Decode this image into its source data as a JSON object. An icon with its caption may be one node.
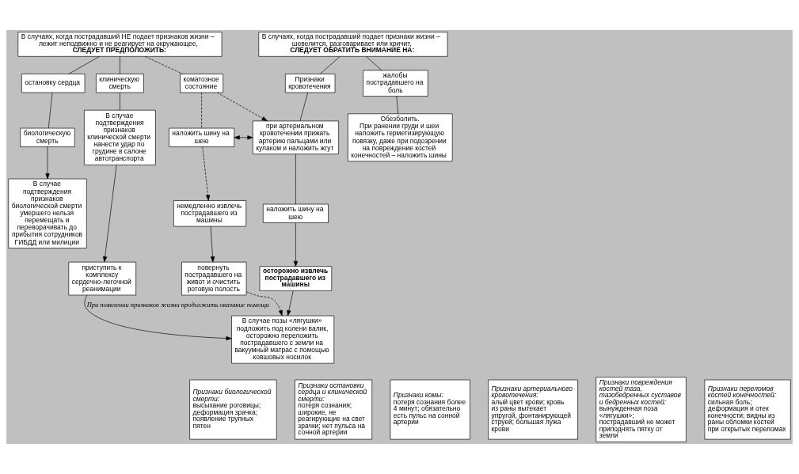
{
  "diagram": {
    "nodes": [
      {
        "text": [
          "В случаях, когда пострадавший НЕ подает признаков жизни – лежит неподвижно и не реагирует на окружающее,",
          "СЛЕДУЕТ ПРЕДПОЛОЖИТЬ:"
        ]
      },
      {
        "text": [
          "В случаях, когда пострадавший подает признаки жизни – шевелится, разговаривает или кричит,",
          "СЛЕДУЕТ ОБРАТИТЬ ВНИМАНИЕ НА:"
        ]
      },
      {
        "text": [
          "остановку сердца"
        ]
      },
      {
        "text": [
          "клиническую смерть"
        ]
      },
      {
        "text": [
          "коматозное состояние"
        ]
      },
      {
        "text": [
          "Признаки кровотечения"
        ]
      },
      {
        "text": [
          "жалобы пострадавшего на боль"
        ]
      },
      {
        "text": [
          "биологическую смерть"
        ]
      },
      {
        "text": [
          "В случае подтверждения признаков клинической смерти нанести удар по грудине в салоне автотранспорта"
        ]
      },
      {
        "text": [
          "наложить шину на шею"
        ]
      },
      {
        "text": [
          "при артериальном кровотечении прижать артерию пальцами или кулаком и наложить жгут"
        ]
      },
      {
        "text": [
          "Обезболить.",
          "При ранении груди и шеи наложить герметизирующую повязку, даже при подозрении на повреждение костей конечностей – наложить шины"
        ]
      },
      {
        "text": [
          "В случае подтверждения признаков биологической смерти умершего нельзя перемещать и переворачивать до прибытия сотрудников ГИБДД или милиции"
        ]
      },
      {
        "text": [
          "немедленно извлечь пострадавшего из машины"
        ]
      },
      {
        "text": [
          "наложить шину на шею"
        ]
      },
      {
        "text": [
          "приступить к комплексу сердечно-легочной реанимации"
        ]
      },
      {
        "text": [
          "повернуть пострадавшего на живот и очистить ротовую полость"
        ]
      },
      {
        "text": [
          "осторожно извлечь пострадавшего из машины"
        ]
      },
      {
        "text": [
          "В случае позы «лягушки» подложить под колени валик, осторожно переложить пострадавшего с земли на вакуумный матрас с помощью ковшовых носилок"
        ]
      },
      {
        "text": [
          "Признаки биологической смерти:",
          "высыхание роговицы; деформация зрачка; появление трупных пятен"
        ]
      },
      {
        "text": [
          "Признаки остановки сердца и клинической смерти:",
          "потеря сознания; широкие, не реагирующие на свет зрачки; нет пульса на сонной артерии"
        ]
      },
      {
        "text": [
          "Признаки комы:",
          "потеря сознания более 4 минут; обязательно есть пульс на сонной артерии"
        ]
      },
      {
        "text": [
          "Признаки артериального кровотечения:",
          "алый цвет крови; кровь из раны вытекает упругой, фонтанирующей струей; большая лужа крови"
        ]
      },
      {
        "text": [
          "Признаки повреждения костей таза, тазобедренных суставов и бедренных костей:",
          "вынужденная поза «лягушки»; пострадавший не может приподнять пятку от земли"
        ]
      },
      {
        "text": [
          "Признаки переломов костей конечностей:",
          "сильная боль; деформация и отек конечности; видны из раны обломки костей при открытых переломах"
        ]
      }
    ],
    "edges": [
      {
        "from": 0,
        "to": 2,
        "arrow": "none"
      },
      {
        "from": 0,
        "to": 3,
        "arrow": "none"
      },
      {
        "from": 0,
        "to": 4,
        "arrow": "none",
        "style": "dashed"
      },
      {
        "from": 1,
        "to": 5,
        "arrow": "none"
      },
      {
        "from": 1,
        "to": 6,
        "arrow": "none"
      },
      {
        "from": 2,
        "to": 7,
        "arrow": "none"
      },
      {
        "from": 7,
        "to": 12,
        "arrow": "to"
      },
      {
        "from": 3,
        "to": 8,
        "arrow": "none"
      },
      {
        "from": 4,
        "to": 9,
        "arrow": "none",
        "style": "dashed"
      },
      {
        "from": 4,
        "to": 10,
        "arrow": "to",
        "style": "dashed"
      },
      {
        "from": 9,
        "to": 10,
        "arrow": "both"
      },
      {
        "from": 9,
        "to": 13,
        "arrow": "to",
        "style": "dashed"
      },
      {
        "from": 5,
        "to": 10,
        "arrow": "none"
      },
      {
        "from": 6,
        "to": 11,
        "arrow": "none"
      },
      {
        "from": 8,
        "to": 15,
        "arrow": "to"
      },
      {
        "from": 13,
        "to": 16,
        "arrow": "to"
      },
      {
        "from": 10,
        "to": 14,
        "arrow": "none"
      },
      {
        "from": 14,
        "to": 17,
        "arrow": "to"
      },
      {
        "from": 17,
        "to": 18,
        "arrow": "to"
      },
      {
        "from": 16,
        "to": 18,
        "arrow": "to",
        "style": "dashed"
      },
      {
        "from": 15,
        "to": 18,
        "arrow": "to",
        "label": "При появлении признаков жизни продолжить оказание помощи"
      }
    ]
  }
}
